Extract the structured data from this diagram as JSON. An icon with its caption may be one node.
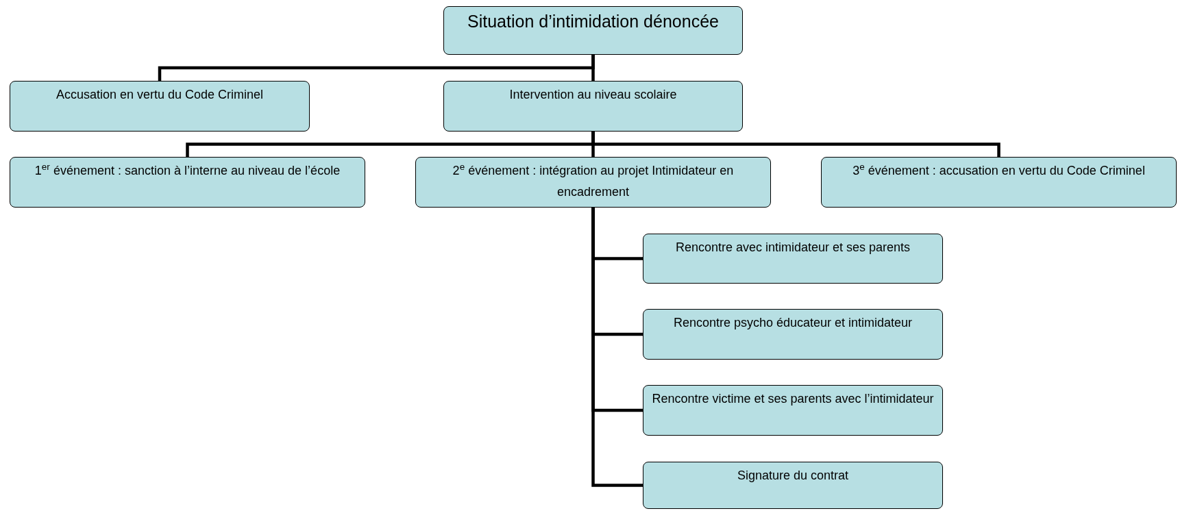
{
  "diagram": {
    "nodes": [
      {
        "text": [
          "Situation d’intimidation dénoncée"
        ]
      },
      {
        "text": [
          "Accusation en vertu du Code Criminel"
        ]
      },
      {
        "text": [
          "Intervention au niveau scolaire"
        ]
      },
      {
        "text": [
          "1$^{er}$ événement : sanction à l’interne au niveau de l’école"
        ]
      },
      {
        "text": [
          "2$^{e}$ événement : intégration au projet Intimidateur en encadrement"
        ]
      },
      {
        "text": [
          "3$^{e}$ événement : accusation en vertu du Code Criminel"
        ]
      },
      {
        "text": [
          "Rencontre avec intimidateur et ses parents"
        ]
      },
      {
        "text": [
          "Rencontre psycho éducateur et intimidateur"
        ]
      },
      {
        "text": [
          "Rencontre victime et ses parents avec l’intimidateur"
        ]
      },
      {
        "text": [
          "Signature du contrat"
        ]
      }
    ],
    "edges": [
      {
        "from": 0,
        "to": 1,
        "arrow": "none"
      },
      {
        "from": 0,
        "to": 2,
        "arrow": "none"
      },
      {
        "from": 2,
        "to": 3,
        "arrow": "none"
      },
      {
        "from": 2,
        "to": 4,
        "arrow": "none"
      },
      {
        "from": 2,
        "to": 5,
        "arrow": "none"
      },
      {
        "from": 4,
        "to": 6,
        "arrow": "none"
      },
      {
        "from": 4,
        "to": 7,
        "arrow": "none"
      },
      {
        "from": 4,
        "to": 8,
        "arrow": "none"
      },
      {
        "from": 4,
        "to": 9,
        "arrow": "none"
      }
    ]
  }
}
